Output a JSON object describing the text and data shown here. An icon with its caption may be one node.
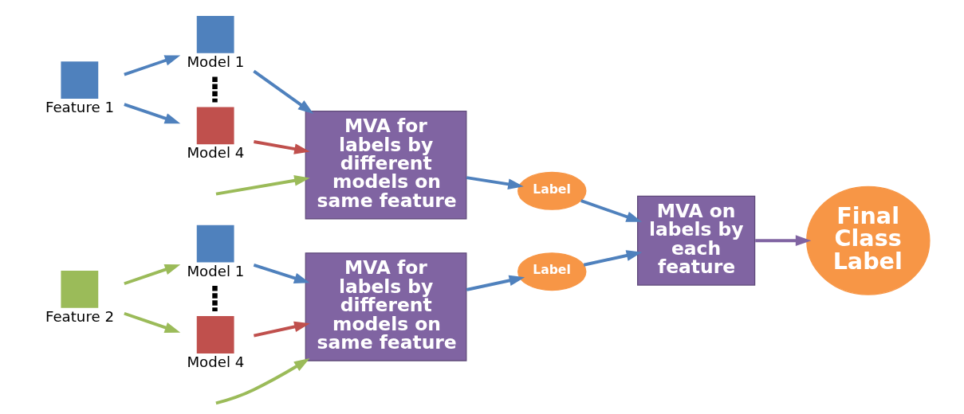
{
  "diagram": {
    "nodes": [
      {
        "text": [
          "Feature 1"
        ]
      },
      {
        "text": [
          "Model 1"
        ]
      },
      {
        "text": [
          "Model 4"
        ]
      },
      {
        "text": [
          "MVA for labels by different models on same feature"
        ]
      },
      {
        "text": [
          "Label"
        ]
      },
      {
        "text": [
          "Feature 2"
        ]
      },
      {
        "text": [
          "Model 1"
        ]
      },
      {
        "text": [
          "Model 4"
        ]
      },
      {
        "text": [
          "MVA for labels by different models on same feature"
        ]
      },
      {
        "text": [
          "Label"
        ]
      },
      {
        "text": [
          "MVA on labels by each feature"
        ]
      },
      {
        "text": [
          "Final Class Label"
        ]
      }
    ],
    "edges": [
      {
        "from": 0,
        "to": 1,
        "arrow": "to"
      },
      {
        "from": 0,
        "to": 2,
        "arrow": "to"
      },
      {
        "from": 1,
        "to": 2,
        "arrow": "none",
        "style": "dashed",
        "color": "#000000"
      },
      {
        "from": 1,
        "to": 3,
        "arrow": "to"
      },
      {
        "from": null,
        "to": 3,
        "arrow": "to",
        "color": "#9bbb59"
      },
      {
        "from": 2,
        "to": 3,
        "arrow": "to",
        "color": "#c0504d"
      },
      {
        "from": 3,
        "to": 4,
        "arrow": "to"
      },
      {
        "from": 5,
        "to": 6,
        "arrow": "to",
        "color": "#9bbb59"
      },
      {
        "from": 5,
        "to": 7,
        "arrow": "to",
        "color": "#9bbb59"
      },
      {
        "from": 6,
        "to": 7,
        "arrow": "none",
        "style": "dashed",
        "color": "#000000"
      },
      {
        "from": 6,
        "to": 8,
        "arrow": "to"
      },
      {
        "from": null,
        "to": 8,
        "arrow": "to",
        "color": "#9bbb59"
      },
      {
        "from": 7,
        "to": 8,
        "arrow": "to",
        "color": "#c0504d"
      },
      {
        "from": 8,
        "to": 9,
        "arrow": "to"
      },
      {
        "from": 4,
        "to": 10,
        "arrow": "to"
      },
      {
        "from": 9,
        "to": 10,
        "arrow": "to"
      },
      {
        "from": 10,
        "to": 11,
        "arrow": "to",
        "color": "#8064a2"
      }
    ]
  }
}
